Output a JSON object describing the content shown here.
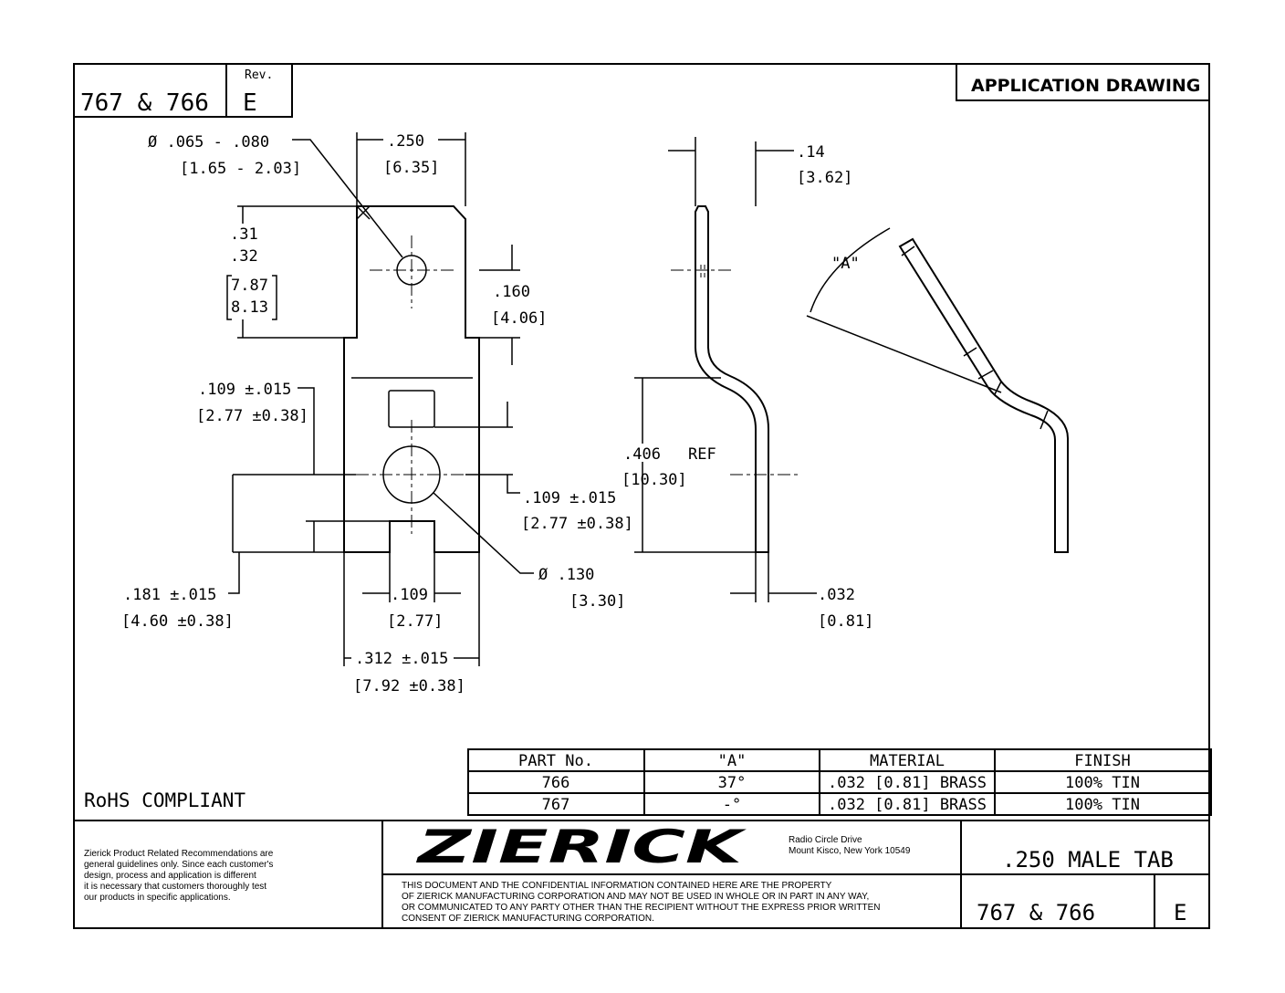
{
  "header": {
    "part_numbers": "767 & 766",
    "rev_label": "Rev.",
    "rev_value": "E",
    "drawing_type": "APPLICATION DRAWING"
  },
  "dimensions": {
    "hole_dia": "Ø  .065 - .080",
    "hole_dia_mm": "[1.65 - 2.03]",
    "width": ".250",
    "width_mm": "[6.35]",
    "tab_len_a": ".31",
    "tab_len_b": ".32",
    "tab_len_mm_a": "7.87",
    "tab_len_mm_b": "8.13",
    "hole_pos": ".160",
    "hole_pos_mm": "[4.06]",
    "d109a": ".109 ±.015",
    "d109a_mm": "[2.77 ±0.38]",
    "d109b": ".109 ±.015",
    "d109b_mm": "[2.77 ±0.38]",
    "d130": "Ø  .130",
    "d130_mm": "[3.30]",
    "d181": ".181 ±.015",
    "d181_mm": "[4.60 ±0.38]",
    "slot": ".109",
    "slot_mm": "[2.77]",
    "d312": ".312 ±.015",
    "d312_mm": "[7.92 ±0.38]",
    "offset": ".14",
    "offset_mm": "[3.62]",
    "ref": ".406",
    "ref_label": "REF",
    "ref_mm": "[10.30]",
    "thick": ".032",
    "thick_mm": "[0.81]",
    "angle": "\"A\""
  },
  "table": {
    "headers": [
      "PART No.",
      "\"A\"",
      "MATERIAL",
      "FINISH"
    ],
    "rows": [
      [
        "766",
        "37°",
        ".032 [0.81] BRASS",
        "100% TIN"
      ],
      [
        "767",
        "-°",
        ".032 [0.81] BRASS",
        "100% TIN"
      ]
    ]
  },
  "rohs": "RoHS COMPLIANT",
  "title_block": {
    "disclaimer": [
      "Zierick Product Related Recommendations are",
      "general guidelines only. Since each customer's",
      "design, process and application is different",
      "it is necessary that customers thoroughly test",
      "our products in specific applications."
    ],
    "logo": "ZIERICK",
    "address": [
      "Radio Circle Drive",
      "Mount Kisco, New York 10549"
    ],
    "confidential": [
      "THIS DOCUMENT AND THE CONFIDENTIAL INFORMATION CONTAINED HERE ARE THE PROPERTY",
      "OF ZIERICK MANUFACTURING CORPORATION AND MAY NOT BE USED IN WHOLE OR IN PART IN ANY WAY,",
      "OR COMMUNICATED TO ANY PARTY OTHER THAN THE RECIPIENT WITHOUT THE EXPRESS PRIOR WRITTEN",
      "CONSENT OF ZIERICK MANUFACTURING CORPORATION."
    ],
    "title": ".250 MALE TAB",
    "part_numbers": "767 & 766",
    "rev": "E"
  }
}
